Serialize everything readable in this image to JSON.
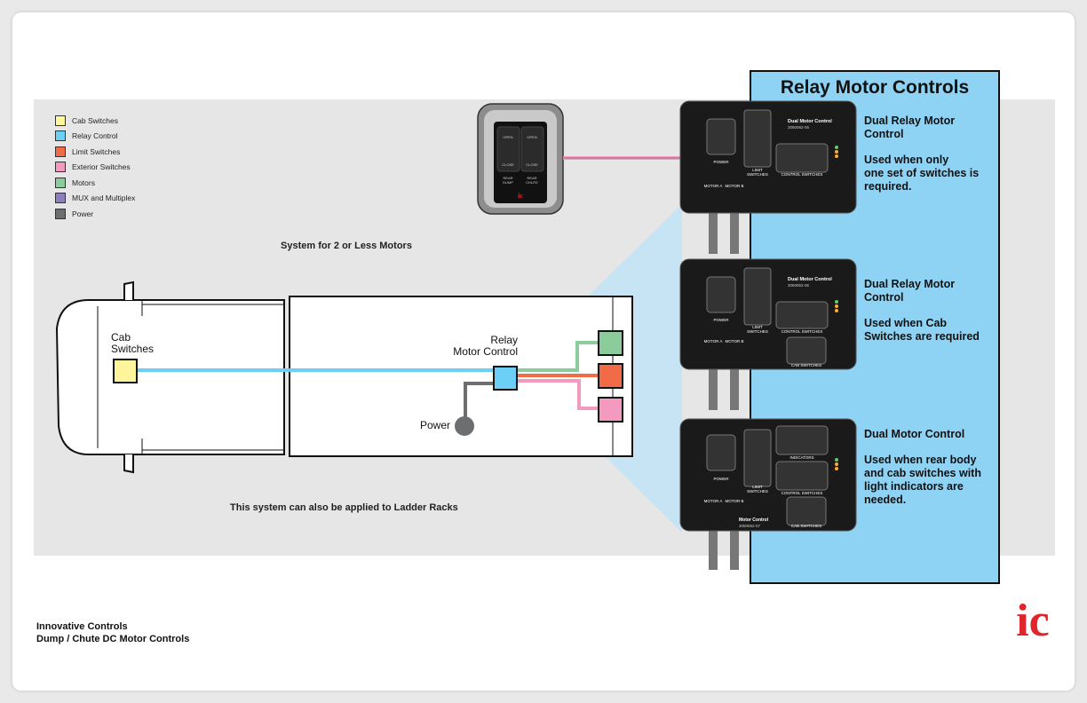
{
  "legend": [
    {
      "label": "Cab Switches",
      "color": "#fff59a"
    },
    {
      "label": "Relay Control",
      "color": "#6ccff6"
    },
    {
      "label": "Limit Switches",
      "color": "#f26b47"
    },
    {
      "label": "Exterior Switches",
      "color": "#f49ac1"
    },
    {
      "label": "Motors",
      "color": "#8ccc9c"
    },
    {
      "label": "MUX and Multiplex",
      "color": "#8d7fbf"
    },
    {
      "label": "Power",
      "color": "#6d6e70"
    }
  ],
  "captions": {
    "system": "System for 2 or Less Motors",
    "ladder": "This system can also be applied to Ladder Racks"
  },
  "truck": {
    "cab_label_1": "Cab",
    "cab_label_2": "Switches",
    "relay_label_1": "Relay",
    "relay_label_2": "Motor Control",
    "power_label": "Power"
  },
  "switch_panel": {
    "left_top": "OPEN",
    "left_bottom": "CLOSE",
    "right_top": "OPEN",
    "right_bottom": "CLOSE",
    "left_name_1": "REAR",
    "left_name_2": "DUMP",
    "right_name_1": "REAR",
    "right_name_2": "CHUTE",
    "brand": "ic"
  },
  "panel": {
    "title": "Relay Motor Controls"
  },
  "modules": [
    {
      "name": "Dual Motor Control",
      "part": "3050062-05",
      "power_label": "POWER",
      "limit_label_1": "LIMIT",
      "limit_label_2": "SWITCHES",
      "connector_1": "CONTROL SWITCHES",
      "motor_a": "MOTOR A",
      "motor_b": "MOTOR B",
      "desc_title_1": "Dual Relay Motor",
      "desc_title_2": "Control",
      "desc_sub_1": "Used when only",
      "desc_sub_2": "one set of switches is",
      "desc_sub_3": "required."
    },
    {
      "name": "Dual Motor Control",
      "part": "3050062-06",
      "power_label": "POWER",
      "limit_label_1": "LIMIT",
      "limit_label_2": "SWITCHES",
      "connector_1": "CONTROL SWITCHES",
      "connector_2": "CAB SWITCHES",
      "motor_a": "MOTOR A",
      "motor_b": "MOTOR B",
      "desc_title_1": "Dual Relay Motor",
      "desc_title_2": "Control",
      "desc_sub_1": "Used when Cab",
      "desc_sub_2": "Switches are required"
    },
    {
      "name": "Motor Control",
      "part": "3050062-07",
      "power_label": "POWER",
      "limit_label_1": "LIMIT",
      "limit_label_2": "SWITCHES",
      "connector_0": "INDICATORS",
      "connector_1": "CONTROL SWITCHES",
      "connector_2": "CAB SWITCHES",
      "motor_a": "MOTOR A",
      "motor_b": "MOTOR B",
      "desc_title_1": "Dual Motor Control",
      "desc_sub_1": "Used when rear body",
      "desc_sub_2": "and cab switches with",
      "desc_sub_3": "light indicators are",
      "desc_sub_4": "needed."
    }
  ],
  "footer": {
    "line1": "Innovative Controls",
    "line2": "Dump / Chute DC Motor Controls"
  },
  "logo": {
    "text": "ic",
    "color": "#e0262c"
  }
}
